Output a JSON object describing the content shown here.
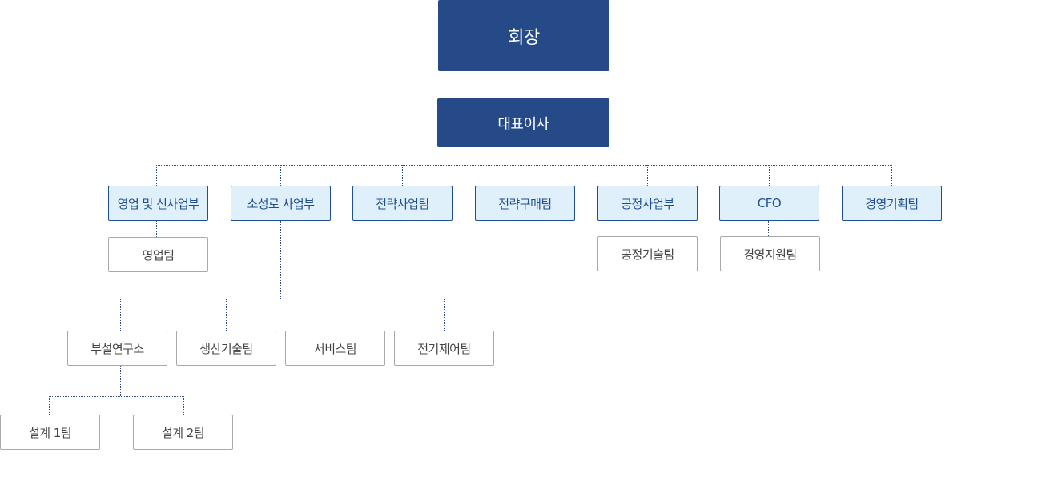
{
  "org": {
    "chairman": "회장",
    "ceo": "대표이사",
    "departments": {
      "sales_new_business": "영업 및 신사업부",
      "sosungro": "소성로 사업부",
      "strategy_business": "전략사업팀",
      "strategy_purchasing": "전략구매팀",
      "process_business": "공정사업부",
      "cfo": "CFO",
      "management_planning": "경영기획팀"
    },
    "teams": {
      "sales": "영업팀",
      "process_tech": "공정기술팀",
      "management_support": "경영지원팀",
      "research_lab": "부설연구소",
      "production_tech": "생산기술팀",
      "service": "서비스팀",
      "electrical_control": "전기제어팀",
      "design_1": "설계 1팀",
      "design_2": "설계 2팀"
    }
  },
  "colors": {
    "executive_fill": "#264a87",
    "department_fill": "#dff0fb",
    "department_border": "#1f4e92",
    "team_border": "#a9a9a9",
    "connector": "#2d4f89"
  }
}
